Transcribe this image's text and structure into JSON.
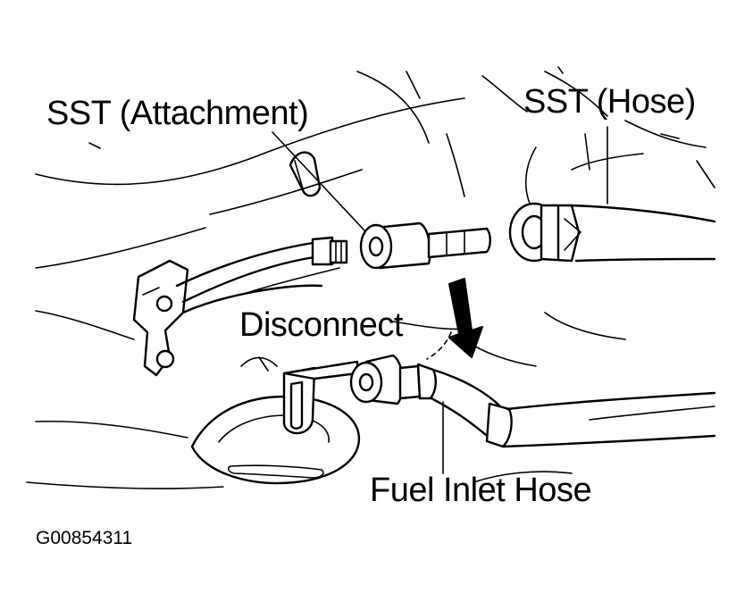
{
  "labels": {
    "sst_attachment": "SST (Attachment)",
    "sst_hose": "SST (Hose)",
    "disconnect": "Disconnect",
    "fuel_inlet_hose": "Fuel Inlet Hose"
  },
  "figure_id": "G00854311",
  "colors": {
    "ink": "#000000",
    "paper": "#ffffff"
  },
  "icons": {
    "direction": "down-arrow-icon"
  }
}
